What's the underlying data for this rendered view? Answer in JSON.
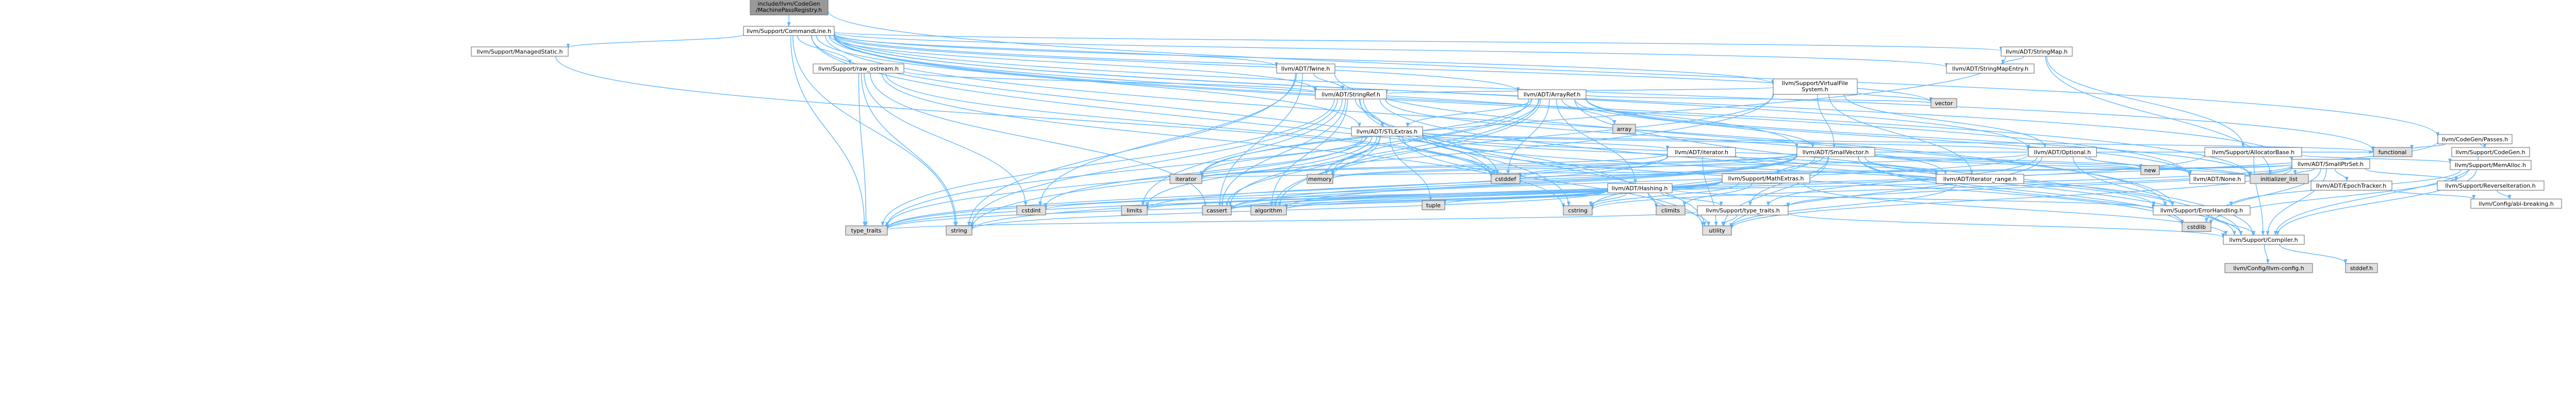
{
  "colors": {
    "edge": "#63b8ff",
    "node_fill": "#ffffff",
    "node_border": "#666666",
    "missing_file_border": "#ff0000",
    "system_header_fill": "#e0e0e0",
    "root_fill": "#999999",
    "text": "#000000",
    "background": "#ffffff"
  },
  "graph": {
    "root": "llvm/CodeGen/MachinePassRegistry.h",
    "nodes": [
      {
        "id": "root",
        "lines": [
          "include/llvm/CodeGen",
          "/MachinePassRegistry.h"
        ],
        "kind": "root"
      },
      {
        "id": "cmdline",
        "lines": [
          "llvm/Support/CommandLine.h"
        ],
        "kind": "normal"
      },
      {
        "id": "codegenpasses",
        "lines": [
          "llvm/CodeGen/Passes.h"
        ],
        "kind": "normal"
      },
      {
        "id": "managedstatic",
        "lines": [
          "llvm/Support/ManagedStatic.h"
        ],
        "kind": "missing"
      },
      {
        "id": "rawostream",
        "lines": [
          "llvm/Support/raw_ostream.h"
        ],
        "kind": "missing"
      },
      {
        "id": "twine",
        "lines": [
          "llvm/ADT/Twine.h"
        ],
        "kind": "normal"
      },
      {
        "id": "stringmapentry",
        "lines": [
          "llvm/ADT/StringMapEntry.h"
        ],
        "kind": "normal"
      },
      {
        "id": "stringmap",
        "lines": [
          "llvm/ADT/StringMap.h"
        ],
        "kind": "missing"
      },
      {
        "id": "vfs",
        "lines": [
          "llvm/Support/VirtualFile",
          "System.h"
        ],
        "kind": "missing"
      },
      {
        "id": "stringref",
        "lines": [
          "llvm/ADT/StringRef.h"
        ],
        "kind": "normal"
      },
      {
        "id": "arrayref",
        "lines": [
          "llvm/ADT/ArrayRef.h"
        ],
        "kind": "normal"
      },
      {
        "id": "stlextras",
        "lines": [
          "llvm/ADT/STLExtras.h"
        ],
        "kind": "normal"
      },
      {
        "id": "allocbase",
        "lines": [
          "llvm/Support/AllocatorBase.h"
        ],
        "kind": "normal"
      },
      {
        "id": "supcodegen",
        "lines": [
          "llvm/Support/CodeGen.h"
        ],
        "kind": "normal"
      },
      {
        "id": "iterator",
        "lines": [
          "llvm/ADT/iterator.h"
        ],
        "kind": "normal"
      },
      {
        "id": "smallvector",
        "lines": [
          "llvm/ADT/SmallVector.h"
        ],
        "kind": "normal"
      },
      {
        "id": "optional",
        "lines": [
          "llvm/ADT/Optional.h"
        ],
        "kind": "normal"
      },
      {
        "id": "smallptrset",
        "lines": [
          "llvm/ADT/SmallPtrSet.h"
        ],
        "kind": "normal"
      },
      {
        "id": "mathextras",
        "lines": [
          "llvm/Support/MathExtras.h"
        ],
        "kind": "missing"
      },
      {
        "id": "iterrange",
        "lines": [
          "llvm/ADT/iterator_range.h"
        ],
        "kind": "normal"
      },
      {
        "id": "hashing",
        "lines": [
          "llvm/ADT/Hashing.h"
        ],
        "kind": "missing"
      },
      {
        "id": "none",
        "lines": [
          "llvm/ADT/None.h"
        ],
        "kind": "normal"
      },
      {
        "id": "epoch",
        "lines": [
          "llvm/ADT/EpochTracker.h"
        ],
        "kind": "normal"
      },
      {
        "id": "memalloc",
        "lines": [
          "llvm/Support/MemAlloc.h"
        ],
        "kind": "normal"
      },
      {
        "id": "reverseiter",
        "lines": [
          "llvm/Support/ReverseIteration.h"
        ],
        "kind": "missing"
      },
      {
        "id": "typetraits",
        "lines": [
          "llvm/Support/type_traits.h"
        ],
        "kind": "normal"
      },
      {
        "id": "errorhandling",
        "lines": [
          "llvm/Support/ErrorHandling.h"
        ],
        "kind": "normal"
      },
      {
        "id": "abibreaking",
        "lines": [
          "llvm/Config/abi-breaking.h"
        ],
        "kind": "normal"
      },
      {
        "id": "compiler",
        "lines": [
          "llvm/Support/Compiler.h"
        ],
        "kind": "normal"
      },
      {
        "id": "llvmconfig",
        "lines": [
          "llvm/Config/llvm-config.h"
        ],
        "kind": "sys"
      },
      {
        "id": "stddef",
        "lines": [
          "stddef.h"
        ],
        "kind": "sys"
      },
      {
        "id": "vector",
        "lines": [
          "vector"
        ],
        "kind": "sys"
      },
      {
        "id": "array",
        "lines": [
          "array"
        ],
        "kind": "sys"
      },
      {
        "id": "functional",
        "lines": [
          "functional"
        ],
        "kind": "sys"
      },
      {
        "id": "cstddef",
        "lines": [
          "cstddef"
        ],
        "kind": "sys"
      },
      {
        "id": "iteratorh",
        "lines": [
          "iterator"
        ],
        "kind": "sys"
      },
      {
        "id": "memory",
        "lines": [
          "memory"
        ],
        "kind": "sys"
      },
      {
        "id": "new",
        "lines": [
          "new"
        ],
        "kind": "sys"
      },
      {
        "id": "initlist",
        "lines": [
          "initializer_list"
        ],
        "kind": "sys"
      },
      {
        "id": "cstdint",
        "lines": [
          "cstdint"
        ],
        "kind": "sys"
      },
      {
        "id": "limits",
        "lines": [
          "limits"
        ],
        "kind": "sys"
      },
      {
        "id": "cassert",
        "lines": [
          "cassert"
        ],
        "kind": "sys"
      },
      {
        "id": "algorithm",
        "lines": [
          "algorithm"
        ],
        "kind": "sys"
      },
      {
        "id": "tuple",
        "lines": [
          "tuple"
        ],
        "kind": "sys"
      },
      {
        "id": "cstring",
        "lines": [
          "cstring"
        ],
        "kind": "sys"
      },
      {
        "id": "climits",
        "lines": [
          "climits"
        ],
        "kind": "sys"
      },
      {
        "id": "cstdlib",
        "lines": [
          "cstdlib"
        ],
        "kind": "sys"
      },
      {
        "id": "typetraitsstd",
        "lines": [
          "type_traits"
        ],
        "kind": "sys"
      },
      {
        "id": "string",
        "lines": [
          "string"
        ],
        "kind": "sys"
      },
      {
        "id": "utility",
        "lines": [
          "utility"
        ],
        "kind": "sys"
      }
    ],
    "edges": [
      [
        "root",
        "cmdline"
      ],
      [
        "root",
        "codegenpasses"
      ],
      [
        "cmdline",
        "managedstatic"
      ],
      [
        "cmdline",
        "rawostream"
      ],
      [
        "cmdline",
        "twine"
      ],
      [
        "cmdline",
        "stringmapentry"
      ],
      [
        "cmdline",
        "stringmap"
      ],
      [
        "cmdline",
        "vfs"
      ],
      [
        "cmdline",
        "stringref"
      ],
      [
        "cmdline",
        "arrayref"
      ],
      [
        "cmdline",
        "stlextras"
      ],
      [
        "cmdline",
        "smallvector"
      ],
      [
        "cmdline",
        "optional"
      ],
      [
        "cmdline",
        "smallptrset"
      ],
      [
        "cmdline",
        "none"
      ],
      [
        "cmdline",
        "errorhandling"
      ],
      [
        "cmdline",
        "vector"
      ],
      [
        "cmdline",
        "functional"
      ],
      [
        "cmdline",
        "initlist"
      ],
      [
        "cmdline",
        "cstddef"
      ],
      [
        "cmdline",
        "string"
      ],
      [
        "cmdline",
        "climits"
      ],
      [
        "cmdline",
        "typetraitsstd"
      ],
      [
        "codegenpasses",
        "functional"
      ],
      [
        "codegenpasses",
        "string"
      ],
      [
        "codegenpasses",
        "supcodegen"
      ],
      [
        "managedstatic",
        "cstddef"
      ],
      [
        "rawostream",
        "stringref"
      ],
      [
        "rawostream",
        "cassert"
      ],
      [
        "rawostream",
        "cstddef"
      ],
      [
        "rawostream",
        "cstdint"
      ],
      [
        "rawostream",
        "cstring"
      ],
      [
        "rawostream",
        "string"
      ],
      [
        "rawostream",
        "typetraitsstd"
      ],
      [
        "twine",
        "stringref"
      ],
      [
        "twine",
        "errorhandling"
      ],
      [
        "twine",
        "cassert"
      ],
      [
        "twine",
        "cstdint"
      ],
      [
        "twine",
        "string"
      ],
      [
        "stringmap",
        "stringmapentry"
      ],
      [
        "stringmap",
        "allocbase"
      ],
      [
        "stringmap",
        "initlist"
      ],
      [
        "stringmap",
        "iteratorh"
      ],
      [
        "vfs",
        "stringref"
      ],
      [
        "vfs",
        "smallvector"
      ],
      [
        "vfs",
        "optional"
      ],
      [
        "vfs",
        "iterrange"
      ],
      [
        "vfs",
        "vector"
      ],
      [
        "vfs",
        "memory"
      ],
      [
        "vfs",
        "string"
      ],
      [
        "stringref",
        "stlextras"
      ],
      [
        "stringref",
        "iterrange"
      ],
      [
        "stringref",
        "compiler"
      ],
      [
        "stringref",
        "algorithm"
      ],
      [
        "stringref",
        "cassert"
      ],
      [
        "stringref",
        "cstddef"
      ],
      [
        "stringref",
        "cstring"
      ],
      [
        "stringref",
        "limits"
      ],
      [
        "stringref",
        "string"
      ],
      [
        "stringref",
        "typetraitsstd"
      ],
      [
        "stringref",
        "utility"
      ],
      [
        "arrayref",
        "hashing"
      ],
      [
        "arrayref",
        "none"
      ],
      [
        "arrayref",
        "smallvector"
      ],
      [
        "arrayref",
        "stlextras"
      ],
      [
        "arrayref",
        "compiler"
      ],
      [
        "arrayref",
        "algorithm"
      ],
      [
        "arrayref",
        "array"
      ],
      [
        "arrayref",
        "cassert"
      ],
      [
        "arrayref",
        "cstddef"
      ],
      [
        "arrayref",
        "initlist"
      ],
      [
        "arrayref",
        "iteratorh"
      ],
      [
        "arrayref",
        "memory"
      ],
      [
        "arrayref",
        "typetraitsstd"
      ],
      [
        "arrayref",
        "vector"
      ],
      [
        "stlextras",
        "optional"
      ],
      [
        "stlextras",
        "iterator"
      ],
      [
        "stlextras",
        "iterrange"
      ],
      [
        "stlextras",
        "errorhandling"
      ],
      [
        "stlextras",
        "algorithm"
      ],
      [
        "stlextras",
        "cassert"
      ],
      [
        "stlextras",
        "cstddef"
      ],
      [
        "stlextras",
        "cstdint"
      ],
      [
        "stlextras",
        "cstdlib"
      ],
      [
        "stlextras",
        "functional"
      ],
      [
        "stlextras",
        "initlist"
      ],
      [
        "stlextras",
        "iteratorh"
      ],
      [
        "stlextras",
        "limits"
      ],
      [
        "stlextras",
        "memory"
      ],
      [
        "stlextras",
        "tuple"
      ],
      [
        "stlextras",
        "typetraitsstd"
      ],
      [
        "stlextras",
        "utility"
      ],
      [
        "allocbase",
        "compiler"
      ],
      [
        "allocbase",
        "memalloc"
      ],
      [
        "allocbase",
        "typetraitsstd"
      ],
      [
        "supcodegen",
        "compiler"
      ],
      [
        "iterator",
        "iterrange"
      ],
      [
        "iterator",
        "cstddef"
      ],
      [
        "iterator",
        "iteratorh"
      ],
      [
        "iterator",
        "typetraitsstd"
      ],
      [
        "iterator",
        "utility"
      ],
      [
        "smallvector",
        "compiler"
      ],
      [
        "smallvector",
        "errorhandling"
      ],
      [
        "smallvector",
        "mathextras"
      ],
      [
        "smallvector",
        "typetraits"
      ],
      [
        "smallvector",
        "algorithm"
      ],
      [
        "smallvector",
        "cassert"
      ],
      [
        "smallvector",
        "cstddef"
      ],
      [
        "smallvector",
        "cstdlib"
      ],
      [
        "smallvector",
        "cstring"
      ],
      [
        "smallvector",
        "functional"
      ],
      [
        "smallvector",
        "initlist"
      ],
      [
        "smallvector",
        "iteratorh"
      ],
      [
        "smallvector",
        "limits"
      ],
      [
        "smallvector",
        "memory"
      ],
      [
        "smallvector",
        "new"
      ],
      [
        "smallvector",
        "typetraitsstd"
      ],
      [
        "smallvector",
        "utility"
      ],
      [
        "optional",
        "none"
      ],
      [
        "optional",
        "compiler"
      ],
      [
        "optional",
        "typetraits"
      ],
      [
        "optional",
        "cassert"
      ],
      [
        "optional",
        "memory"
      ],
      [
        "optional",
        "new"
      ],
      [
        "optional",
        "utility"
      ],
      [
        "smallptrset",
        "epoch"
      ],
      [
        "smallptrset",
        "compiler"
      ],
      [
        "smallptrset",
        "reverseiter"
      ],
      [
        "smallptrset",
        "typetraits"
      ],
      [
        "smallptrset",
        "cassert"
      ],
      [
        "smallptrset",
        "cstddef"
      ],
      [
        "smallptrset",
        "cstdlib"
      ],
      [
        "smallptrset",
        "cstring"
      ],
      [
        "smallptrset",
        "initlist"
      ],
      [
        "smallptrset",
        "iteratorh"
      ],
      [
        "smallptrset",
        "utility"
      ],
      [
        "mathextras",
        "compiler"
      ],
      [
        "mathextras",
        "algorithm"
      ],
      [
        "mathextras",
        "cassert"
      ],
      [
        "mathextras",
        "climits"
      ],
      [
        "mathextras",
        "cstdint"
      ],
      [
        "mathextras",
        "cstring"
      ],
      [
        "mathextras",
        "limits"
      ],
      [
        "mathextras",
        "typetraitsstd"
      ],
      [
        "iterrange",
        "utility"
      ],
      [
        "hashing",
        "errorhandling"
      ],
      [
        "hashing",
        "typetraits"
      ],
      [
        "hashing",
        "algorithm"
      ],
      [
        "hashing",
        "cassert"
      ],
      [
        "hashing",
        "cstring"
      ],
      [
        "hashing",
        "string"
      ],
      [
        "hashing",
        "tuple"
      ],
      [
        "hashing",
        "utility"
      ],
      [
        "epoch",
        "abibreaking"
      ],
      [
        "memalloc",
        "compiler"
      ],
      [
        "memalloc",
        "errorhandling"
      ],
      [
        "memalloc",
        "cstdlib"
      ],
      [
        "reverseiter",
        "abibreaking"
      ],
      [
        "typetraits",
        "compiler"
      ],
      [
        "typetraits",
        "typetraitsstd"
      ],
      [
        "typetraits",
        "utility"
      ],
      [
        "errorhandling",
        "compiler"
      ],
      [
        "compiler",
        "llvmconfig"
      ],
      [
        "compiler",
        "stddef"
      ]
    ]
  }
}
